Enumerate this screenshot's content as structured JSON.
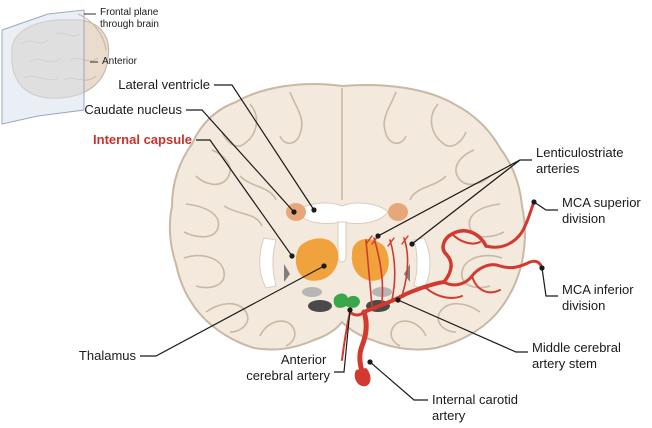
{
  "inset": {
    "frontal_plane": [
      "Frontal plane",
      "through brain"
    ],
    "anterior": "Anterior"
  },
  "labels": {
    "lateral_ventricle": "Lateral ventricle",
    "caudate_nucleus": "Caudate nucleus",
    "internal_capsule": "Internal capsule",
    "thalamus": "Thalamus",
    "anterior_cerebral_artery": [
      "Anterior",
      "cerebral artery"
    ],
    "internal_carotid_artery": [
      "Internal carotid",
      "artery"
    ],
    "lenticulostriate_arteries": [
      "Lenticulostriate",
      "arteries"
    ],
    "mca_superior_division": [
      "MCA superior",
      "division"
    ],
    "mca_inferior_division": [
      "MCA inferior",
      "division"
    ],
    "middle_cerebral_artery_stem": [
      "Middle cerebral",
      "artery stem"
    ]
  },
  "colors": {
    "brain_fill": "#f3e9dc",
    "brain_outline": "#c9b8a4",
    "caudate": "#e8a77a",
    "internal_capsule_nucleus": "#f0a33c",
    "artery": "#d23a2f",
    "hypothalamus_green": "#3aa64a",
    "highlight_label": "#c8322c"
  }
}
